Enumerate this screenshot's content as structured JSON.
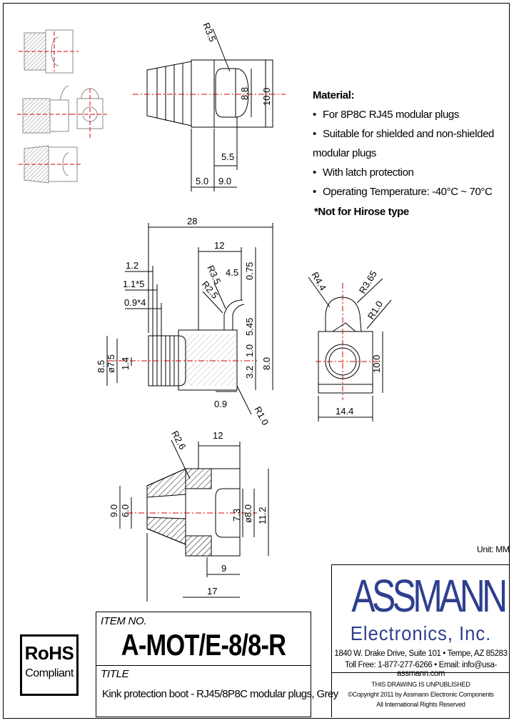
{
  "notes": {
    "heading": "Material:",
    "items": [
      "For 8P8C RJ45 modular plugs",
      "Suitable for shielded and non-shielded modular plugs",
      "With latch protection",
      "Operating Temperature: -40°C ~ 70°C"
    ],
    "hirose": "*Not for Hirose type"
  },
  "unit": "Unit: MM",
  "item_label": "ITEM NO.",
  "item_no": "A-MOT/E-8/8-R",
  "title_label": "TITLE",
  "title": "Kink protection boot - RJ45/8P8C modular plugs, Grey",
  "rohs": {
    "line1": "RoHS",
    "line2": "Compliant"
  },
  "company": {
    "name": "ASSMANN",
    "sub": "Electronics, Inc.",
    "address": "1840 W. Drake Drive, Suite 101 • Tempe, AZ 85283",
    "contact": "Toll Free: 1-877-277-6266 • Email: info@usa-assmann.com",
    "unpublished": "THIS DRAWING IS UNPUBLISHED",
    "copyright": "©Copyright 2011 by Assmann Electronic Components",
    "rights": "All International Rights Reserved"
  },
  "dims": {
    "top": {
      "r": "R3.5",
      "d1": "8.8",
      "d2": "10.0",
      "d3": "5.5",
      "d4": "5.0",
      "d5": "9.0"
    },
    "side": {
      "d28": "28",
      "d12": "12",
      "d12b": "1.2",
      "d1_1": "1.1*5",
      "d0_9": "0.9*4",
      "r3_5": "R3.5",
      "r2_5": "R2.5",
      "d4_5": "4.5",
      "d0_75": "0.75",
      "d5_45": "5.45",
      "d1_0": "1.0",
      "d3_2": "3.2",
      "d8_0": "8.0",
      "d8_5": "8.5",
      "d7_5": "ø7.5",
      "d1_4": "1.4",
      "d0_9b": "0.9",
      "r1_0": "R1.0"
    },
    "end": {
      "r4_4": "R4.4",
      "r3_65": "R3.65",
      "r1_0": "R1.0",
      "d10": "10.0",
      "d14_4": "14.4"
    },
    "section": {
      "d12": "12",
      "r2_6": "R2.6",
      "d9_0": "9.0",
      "d6_0": "6.0",
      "d7_3": "7.3",
      "d8_0": "ø8.0",
      "d11_2": "11.2",
      "d9": "9",
      "d17": "17"
    }
  }
}
